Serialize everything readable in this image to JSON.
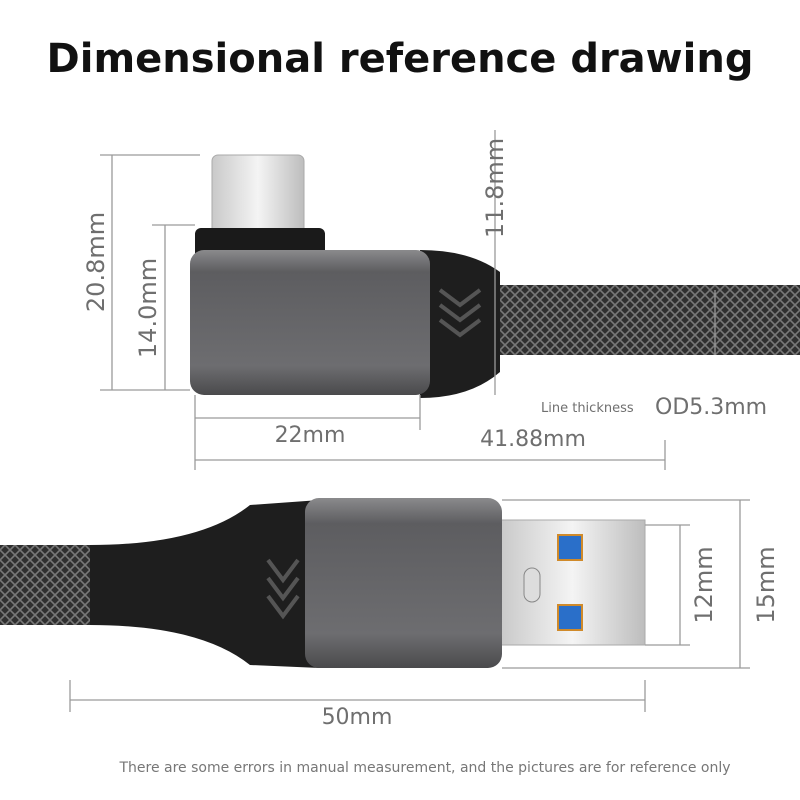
{
  "title": "Dimensional reference drawing",
  "dimensions": {
    "height_total": "20.8mm",
    "body_height": "14.0mm",
    "relief_height": "11.8mm",
    "line_thickness_label": "Line thickness",
    "line_thickness_value": "OD5.3mm",
    "body_length": "22mm",
    "total_length_c": "41.88mm",
    "usb_a_inner": "12mm",
    "usb_a_outer": "15mm",
    "usb_a_length": "50mm"
  },
  "footer": "There are some errors in manual measurement, and the pictures are for reference only",
  "colors": {
    "body": "#6b6b6d",
    "cable": "#2b2b2b",
    "contact": "#2a6fc9",
    "dimension": "#9a9a9a"
  }
}
